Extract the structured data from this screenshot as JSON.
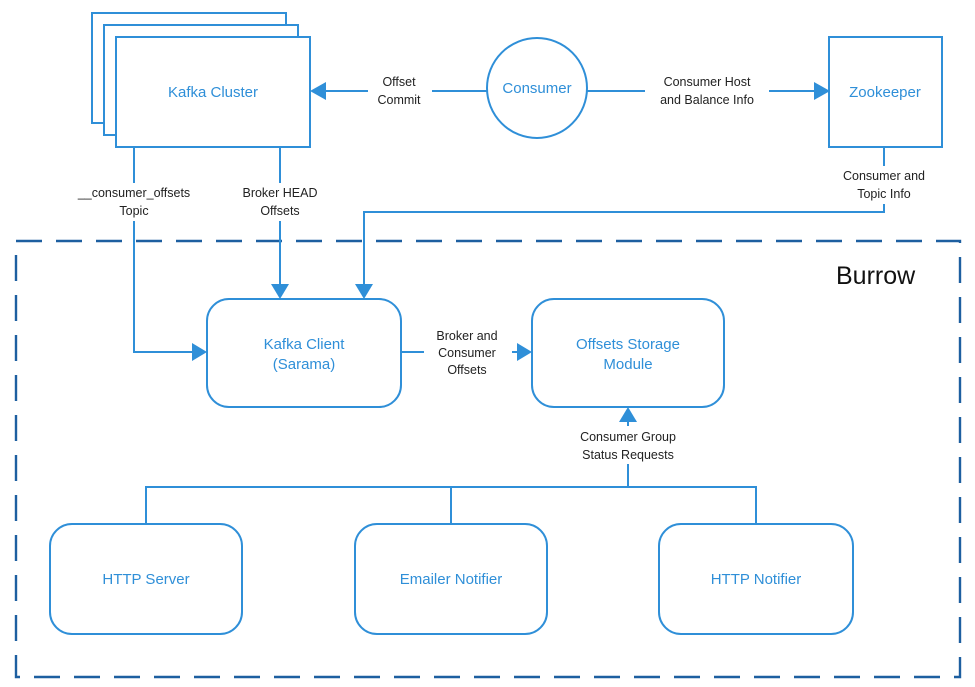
{
  "colors": {
    "accent": "#2f8fd8",
    "boundary": "#1d5fa0",
    "edge_text": "#222222"
  },
  "boundary": {
    "title": "Burrow"
  },
  "nodes": {
    "kafka_cluster": "Kafka Cluster",
    "consumer": "Consumer",
    "zookeeper": "Zookeeper",
    "kafka_client": [
      "Kafka Client",
      "(Sarama)"
    ],
    "offsets_storage": [
      "Offsets Storage",
      "Module"
    ],
    "http_server": "HTTP Server",
    "emailer_notifier": "Emailer Notifier",
    "http_notifier": "HTTP Notifier"
  },
  "edges": {
    "offset_commit": [
      "Offset",
      "Commit"
    ],
    "consumer_host": [
      "Consumer Host",
      "and Balance Info"
    ],
    "consumer_offsets_topic": [
      "__consumer_offsets",
      "Topic"
    ],
    "broker_head_offsets": [
      "Broker HEAD",
      "Offsets"
    ],
    "consumer_topic_info": [
      "Consumer and",
      "Topic Info"
    ],
    "broker_consumer_offsets": [
      "Broker and",
      "Consumer",
      "Offsets"
    ],
    "consumer_group_status": [
      "Consumer Group",
      "Status Requests"
    ]
  }
}
